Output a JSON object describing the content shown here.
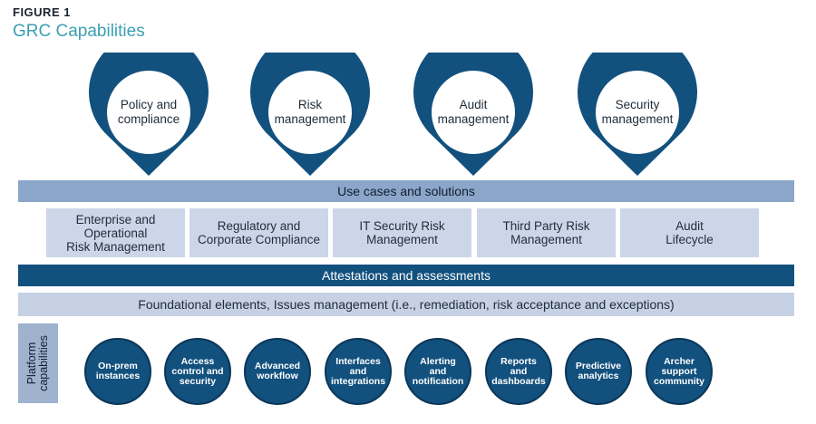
{
  "figure": {
    "label": "FIGURE 1",
    "title": "GRC Capabilities"
  },
  "pins": [
    {
      "label": "Policy and\ncompliance"
    },
    {
      "label": "Risk\nmanagement"
    },
    {
      "label": "Audit\nmanagement"
    },
    {
      "label": "Security\nmanagement"
    }
  ],
  "use_cases_band": "Use cases and solutions",
  "use_case_boxes": [
    {
      "label": "Enterprise and\nOperational\nRisk Management"
    },
    {
      "label": "Regulatory and\nCorporate Compliance"
    },
    {
      "label": "IT Security Risk\nManagement"
    },
    {
      "label": "Third Party Risk\nManagement"
    },
    {
      "label": "Audit\nLifecycle"
    }
  ],
  "attestations_band": "Attestations and assessments",
  "foundational_band": "Foundational elements, Issues management (i.e., remediation, risk acceptance and exceptions)",
  "platform_label": "Platform\ncapabilities",
  "platform_capabilities": [
    {
      "label": "On-prem\ninstances"
    },
    {
      "label": "Access\ncontrol and\nsecurity"
    },
    {
      "label": "Advanced\nworkflow"
    },
    {
      "label": "Interfaces\nand\nintegrations"
    },
    {
      "label": "Alerting\nand\nnotification"
    },
    {
      "label": "Reports\nand\ndashboards"
    },
    {
      "label": "Predictive\nanalytics"
    },
    {
      "label": "Archer\nsupport\ncommunity"
    }
  ],
  "colors": {
    "pin_dark": "#12507e",
    "band_use": "#8ba6c8",
    "band_attest": "#12507e",
    "band_found": "#c6d1e5",
    "box": "#cdd6e8",
    "title": "#3c9fb1"
  }
}
